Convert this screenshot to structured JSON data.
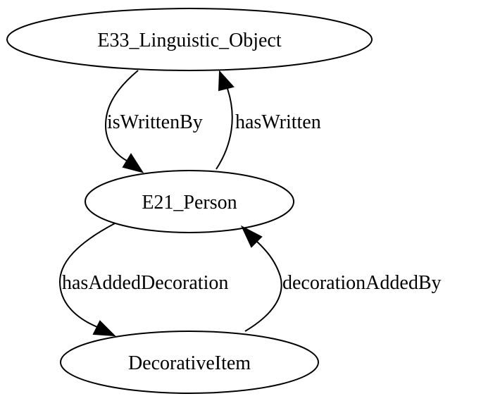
{
  "graph": {
    "nodes": {
      "linguistic_object": {
        "label": "E33_Linguistic_Object"
      },
      "person": {
        "label": "E21_Person"
      },
      "decorative_item": {
        "label": "DecorativeItem"
      }
    },
    "edges": {
      "is_written_by": {
        "label": "isWrittenBy"
      },
      "has_written": {
        "label": "hasWritten"
      },
      "has_added_decoration": {
        "label": "hasAddedDecoration"
      },
      "decoration_added_by": {
        "label": "decorationAddedBy"
      }
    }
  },
  "colors": {
    "background": "#ffffff",
    "stroke": "#000000",
    "text": "#000000"
  }
}
